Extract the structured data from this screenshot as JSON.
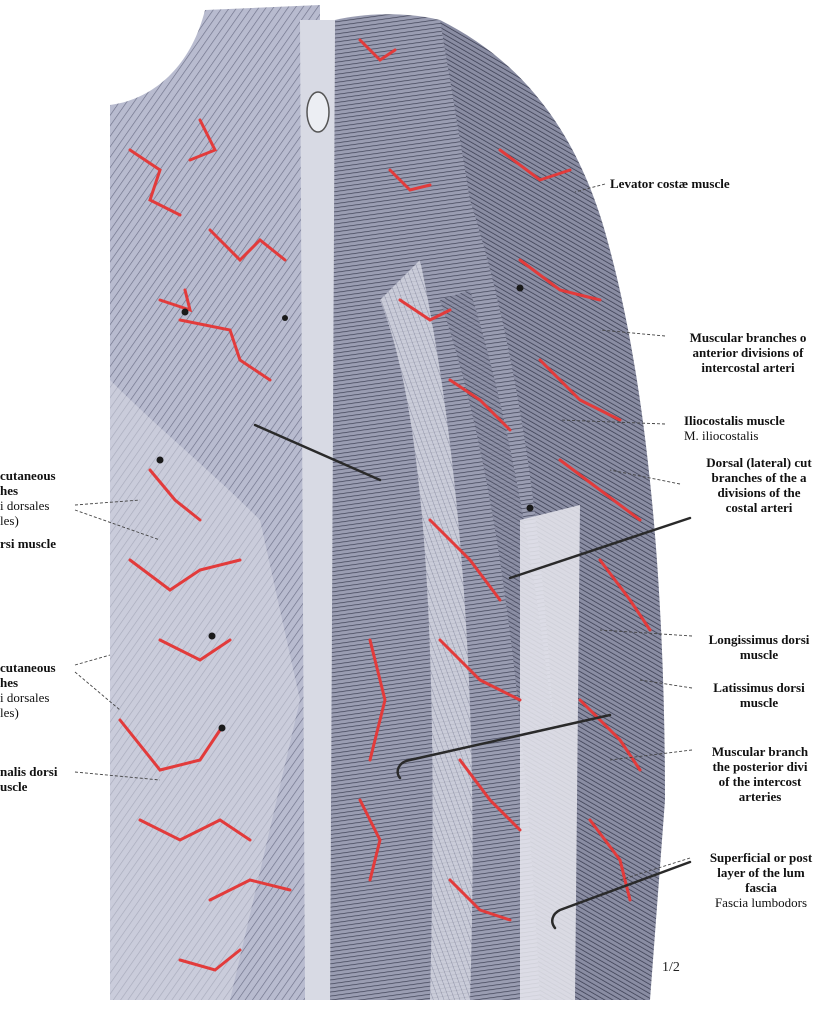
{
  "labels": {
    "levator": [
      "Levator costæ muscle"
    ],
    "muscular_anterior": [
      "Muscular branches o",
      "anterior divisions of",
      "intercostal arteri"
    ],
    "iliocostalis": [
      "Iliocostalis muscle",
      "M. iliocostalis"
    ],
    "dorsal_lateral": [
      "Dorsal (lateral) cut",
      "branches of the a",
      "divisions of  the",
      "costal arteri"
    ],
    "longissimus": [
      "Longissimus dorsi",
      "muscle"
    ],
    "latissimus": [
      "Latissimus dorsi",
      "muscle"
    ],
    "muscular_posterior": [
      "Muscular branch",
      "the posterior divi",
      "of the intercost",
      "arteries"
    ],
    "superficial_fascia": [
      "Superficial or post",
      "layer of the lum",
      "fascia",
      "Fascia lumbodors"
    ],
    "left_cutaneous_upper": [
      "cutaneous",
      "hes",
      "i dorsales",
      "les)"
    ],
    "left_dorsi": [
      "rsi muscle"
    ],
    "left_cutaneous_lower": [
      "cutaneous",
      "hes",
      "i dorsales",
      "les)"
    ],
    "left_spinalis": [
      "nalis dorsi",
      "uscle"
    ]
  },
  "scale": "1/2",
  "colors": {
    "artery": "#e23b3b",
    "muscle_dark": "#4c4f63",
    "muscle_light": "#c9ccd8",
    "skin": "#a9adc4",
    "line": "#444444"
  }
}
